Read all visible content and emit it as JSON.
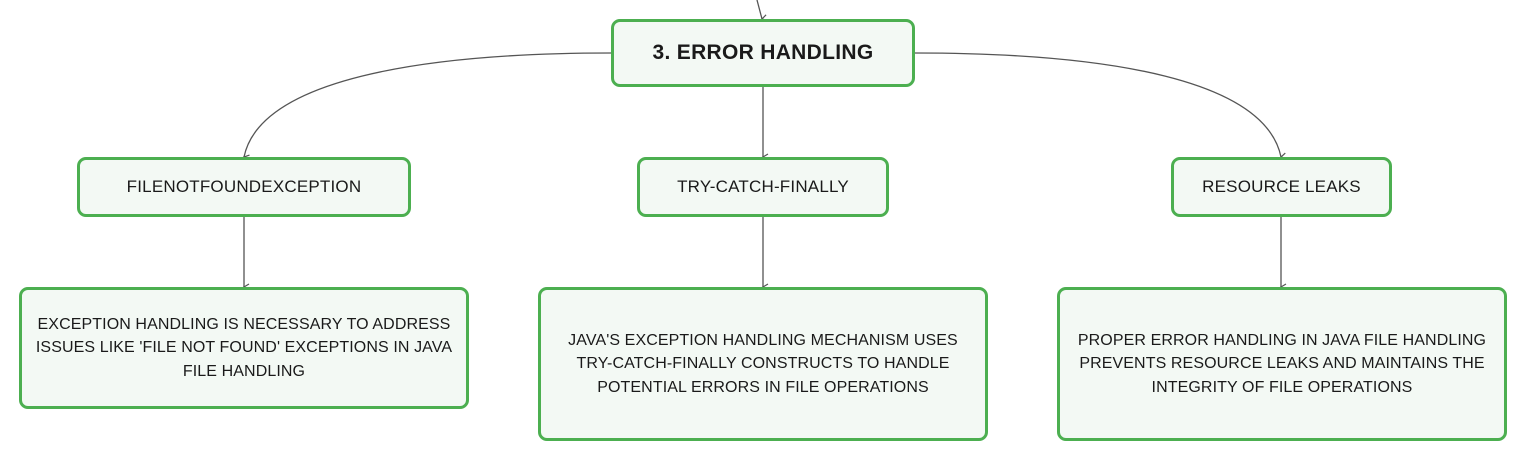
{
  "root": {
    "label": "3. ERROR HANDLING"
  },
  "topics": [
    {
      "label": "FILENOTFOUNDEXCEPTION"
    },
    {
      "label": "TRY-CATCH-FINALLY"
    },
    {
      "label": "RESOURCE LEAKS"
    }
  ],
  "details": [
    {
      "text": "EXCEPTION HANDLING IS NECESSARY TO ADDRESS ISSUES LIKE 'FILE NOT FOUND' EXCEPTIONS IN JAVA FILE HANDLING"
    },
    {
      "text": "JAVA'S EXCEPTION HANDLING MECHANISM USES TRY-CATCH-FINALLY CONSTRUCTS TO HANDLE POTENTIAL ERRORS IN FILE OPERATIONS"
    },
    {
      "text": "PROPER ERROR HANDLING IN JAVA FILE HANDLING PREVENTS RESOURCE LEAKS AND MAINTAINS THE INTEGRITY OF FILE OPERATIONS"
    }
  ],
  "colors": {
    "node_border": "#4caf50",
    "node_fill": "#f3f9f4",
    "connector": "#555555"
  }
}
